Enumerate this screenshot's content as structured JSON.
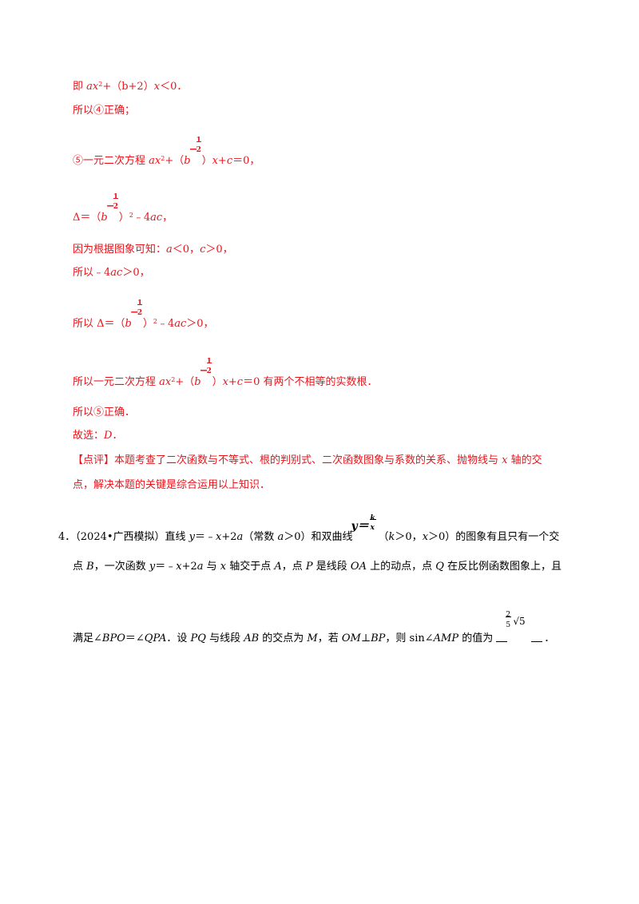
{
  "lines": {
    "l1": {
      "a": "即 ",
      "b": "ax",
      "c": "2",
      "d": "+（b+2）",
      "e": "x",
      "f": "＜0．"
    },
    "l2": {
      "a": "所以",
      "b": "④",
      "c": "正确；"
    },
    "l3": {
      "a": "⑤",
      "b": "一元二次方程 ",
      "c": "ax",
      "d": "2",
      "e": "+（",
      "f": "b",
      "g": "）",
      "h": "x+c",
      "i": "＝0，"
    },
    "l4": {
      "a": "Δ＝（",
      "b": "b",
      "c": "）",
      "d": "2",
      "e": "﹣4",
      "f": "ac",
      "g": "，"
    },
    "l5": {
      "a": "因为根据图象可知：",
      "b": "a",
      "c": "＜0，",
      "d": "c",
      "e": "＞0，"
    },
    "l6": {
      "a": "所以﹣4",
      "b": "ac",
      "c": "＞0，"
    },
    "l7": {
      "a": "所以 Δ＝（",
      "b": "b",
      "c": "）",
      "d": "2",
      "e": "﹣4",
      "f": "ac",
      "g": "＞0，"
    },
    "l8": {
      "a": "所以一元二次方程 ",
      "b": "ax",
      "c": "2",
      "d": "+（",
      "e": "b",
      "f": "）",
      "g": "x+c",
      "h": "＝0 有两个不相等的实数根．"
    },
    "l9": {
      "a": "所以",
      "b": "⑤",
      "c": "正确．"
    },
    "l10": {
      "a": "故选：",
      "b": "D",
      "c": "．"
    },
    "l11": {
      "a": "【点评】",
      "b": "本题考查了二次函数与不等式、根的判别式、二次函数图象与系数的关系、抛物线与 ",
      "c": "x",
      "d": " 轴的交"
    },
    "l12": {
      "a": "点，解决本题的关键是综合运用以上知识．"
    }
  },
  "frac_half": {
    "minus": "−",
    "num": "1",
    "den": "2"
  },
  "q4": {
    "l1": {
      "a": "4．（2024•广西模拟）直线 ",
      "b": "y",
      "c": "＝﹣",
      "d": "x",
      "e": "+2",
      "f": "a",
      "g": "（常数 ",
      "h": "a",
      "i": "＞0）和双曲线",
      "j": "（",
      "k": "k",
      "l": "＞0，",
      "m": "x",
      "n": "＞0）的图象有且只有一个交"
    },
    "kx": {
      "y": "y＝",
      "k": "k",
      "x": "x"
    },
    "l2": {
      "a": "点 ",
      "b": "B",
      "c": "，一次函数 ",
      "d": "y",
      "e": "＝﹣",
      "f": "x",
      "g": "+2",
      "h": "a",
      "i": " 与 ",
      "j": "x",
      "k": " 轴交于点 ",
      "l": "A",
      "m": "，点 ",
      "n": "P",
      "o": " 是线段 ",
      "p": "OA",
      "q": " 上的动点，点 ",
      "r": "Q",
      "s": " 在反比例函数图象上，且"
    },
    "l3": {
      "a": "满足∠",
      "b": "BPO",
      "c": "＝∠",
      "d": "QPA",
      "e": "．设 ",
      "f": "PQ",
      "g": " 与线段 ",
      "h": "AB",
      "i": " 的交点为 ",
      "j": "M",
      "k": "，若 ",
      "l": "OM",
      "m": "⊥",
      "n": "BP",
      "o": "，则 sin∠",
      "p": "AMP",
      "q": " 的值为 ",
      "r": "．"
    },
    "answer": {
      "num": "2",
      "den": "5",
      "rad": "√5"
    }
  }
}
